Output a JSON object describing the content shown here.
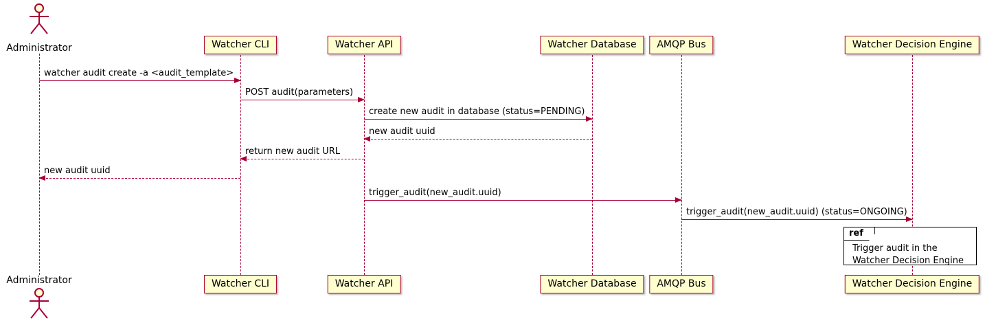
{
  "diagram": {
    "type": "sequence-diagram",
    "colors": {
      "participant_fill": "#FEFECE",
      "line_color": "#A80036",
      "frame_border": "#000000",
      "background": "#FFFFFF"
    },
    "actor": {
      "name": "Administrator"
    },
    "participants": [
      {
        "label": "Watcher CLI"
      },
      {
        "label": "Watcher API"
      },
      {
        "label": "Watcher Database"
      },
      {
        "label": "AMQP Bus"
      },
      {
        "label": "Watcher Decision Engine"
      }
    ],
    "messages": [
      {
        "from": "Administrator",
        "to": "Watcher CLI",
        "style": "solid",
        "label": "watcher audit create -a <audit_template>"
      },
      {
        "from": "Watcher CLI",
        "to": "Watcher API",
        "style": "solid",
        "label": "POST audit(parameters)"
      },
      {
        "from": "Watcher API",
        "to": "Watcher Database",
        "style": "solid",
        "label": "create new audit in database (status=PENDING)"
      },
      {
        "from": "Watcher Database",
        "to": "Watcher API",
        "style": "dashed",
        "label": "new audit uuid"
      },
      {
        "from": "Watcher API",
        "to": "Watcher CLI",
        "style": "dashed",
        "label": "return new audit URL"
      },
      {
        "from": "Watcher CLI",
        "to": "Administrator",
        "style": "dashed",
        "label": "new audit uuid"
      },
      {
        "from": "Watcher API",
        "to": "AMQP Bus",
        "style": "solid",
        "label": "trigger_audit(new_audit.uuid)"
      },
      {
        "from": "AMQP Bus",
        "to": "Watcher Decision Engine",
        "style": "solid",
        "label": "trigger_audit(new_audit.uuid) (status=ONGOING)"
      }
    ],
    "ref": {
      "keyword": "ref",
      "line1": "Trigger audit in the",
      "line2": "Watcher Decision Engine"
    }
  }
}
